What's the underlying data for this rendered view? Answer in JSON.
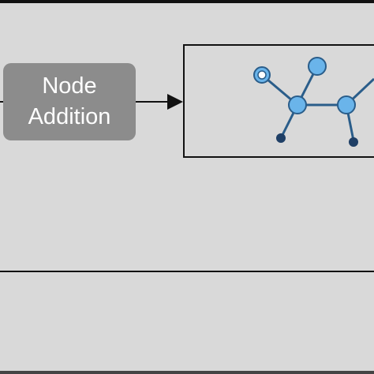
{
  "step": {
    "label_line1": "Node",
    "label_line2": "Addition"
  },
  "colors": {
    "background": "#d9d9d9",
    "step_box": "#8c8c8c",
    "node_fill": "#6ab4ea",
    "node_stroke": "#2a5d8a",
    "edge": "#2a5d8a",
    "small_node": "#1f3f66",
    "outline": "#111111"
  },
  "graph": {
    "nodes": [
      {
        "id": "new",
        "kind": "added-node-ring"
      },
      {
        "id": "top",
        "kind": "node"
      },
      {
        "id": "center-left",
        "kind": "node"
      },
      {
        "id": "center-right",
        "kind": "node"
      },
      {
        "id": "leaf-left",
        "kind": "small-node"
      },
      {
        "id": "leaf-right",
        "kind": "small-node"
      }
    ],
    "edges": [
      [
        "new",
        "center-left"
      ],
      [
        "top",
        "center-left"
      ],
      [
        "center-left",
        "center-right"
      ],
      [
        "center-left",
        "leaf-left"
      ],
      [
        "center-right",
        "leaf-right"
      ],
      [
        "center-right",
        "offscreen"
      ]
    ]
  }
}
